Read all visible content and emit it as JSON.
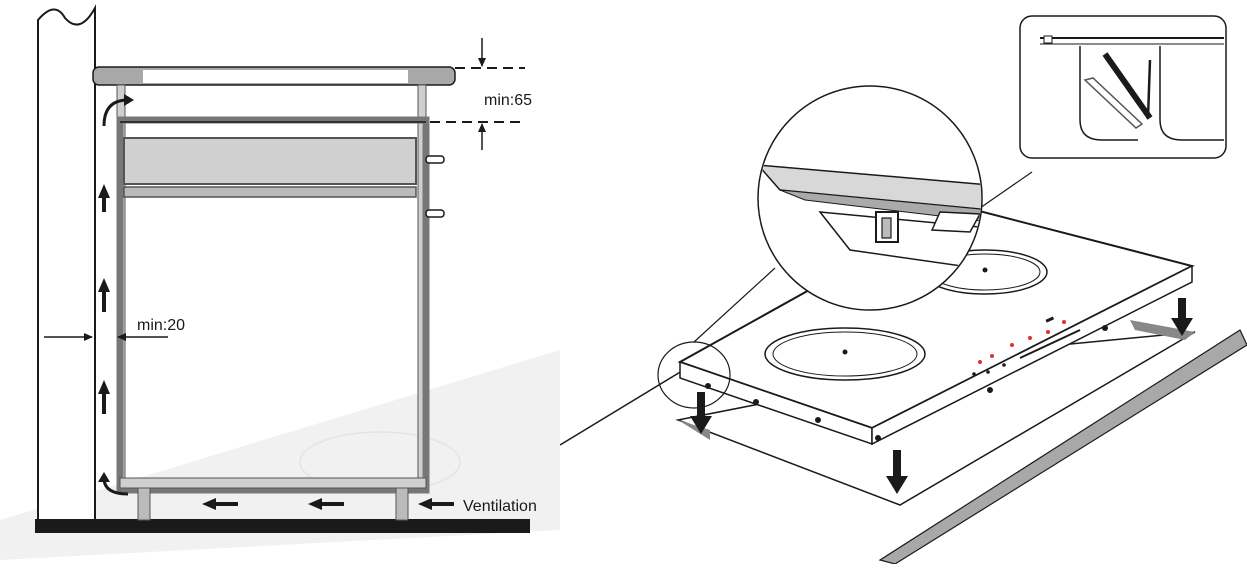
{
  "left_diagram": {
    "min_top_label": "min:65",
    "min_side_label": "min:20",
    "ventilation_label": "Ventilation"
  },
  "right_diagram": {},
  "colors": {
    "line": "#1a1a1a",
    "frame_gray": "#888888",
    "frame_fill": "#cfcfcf",
    "counter_fill": "#a8a8a8",
    "floor": "#1a1a1a",
    "indicator_red": "#e23030"
  },
  "icons": [
    "airflow-arrow-icon",
    "dimension-arrow-icon",
    "downward-arrow-icon",
    "curved-airflow-icon"
  ]
}
